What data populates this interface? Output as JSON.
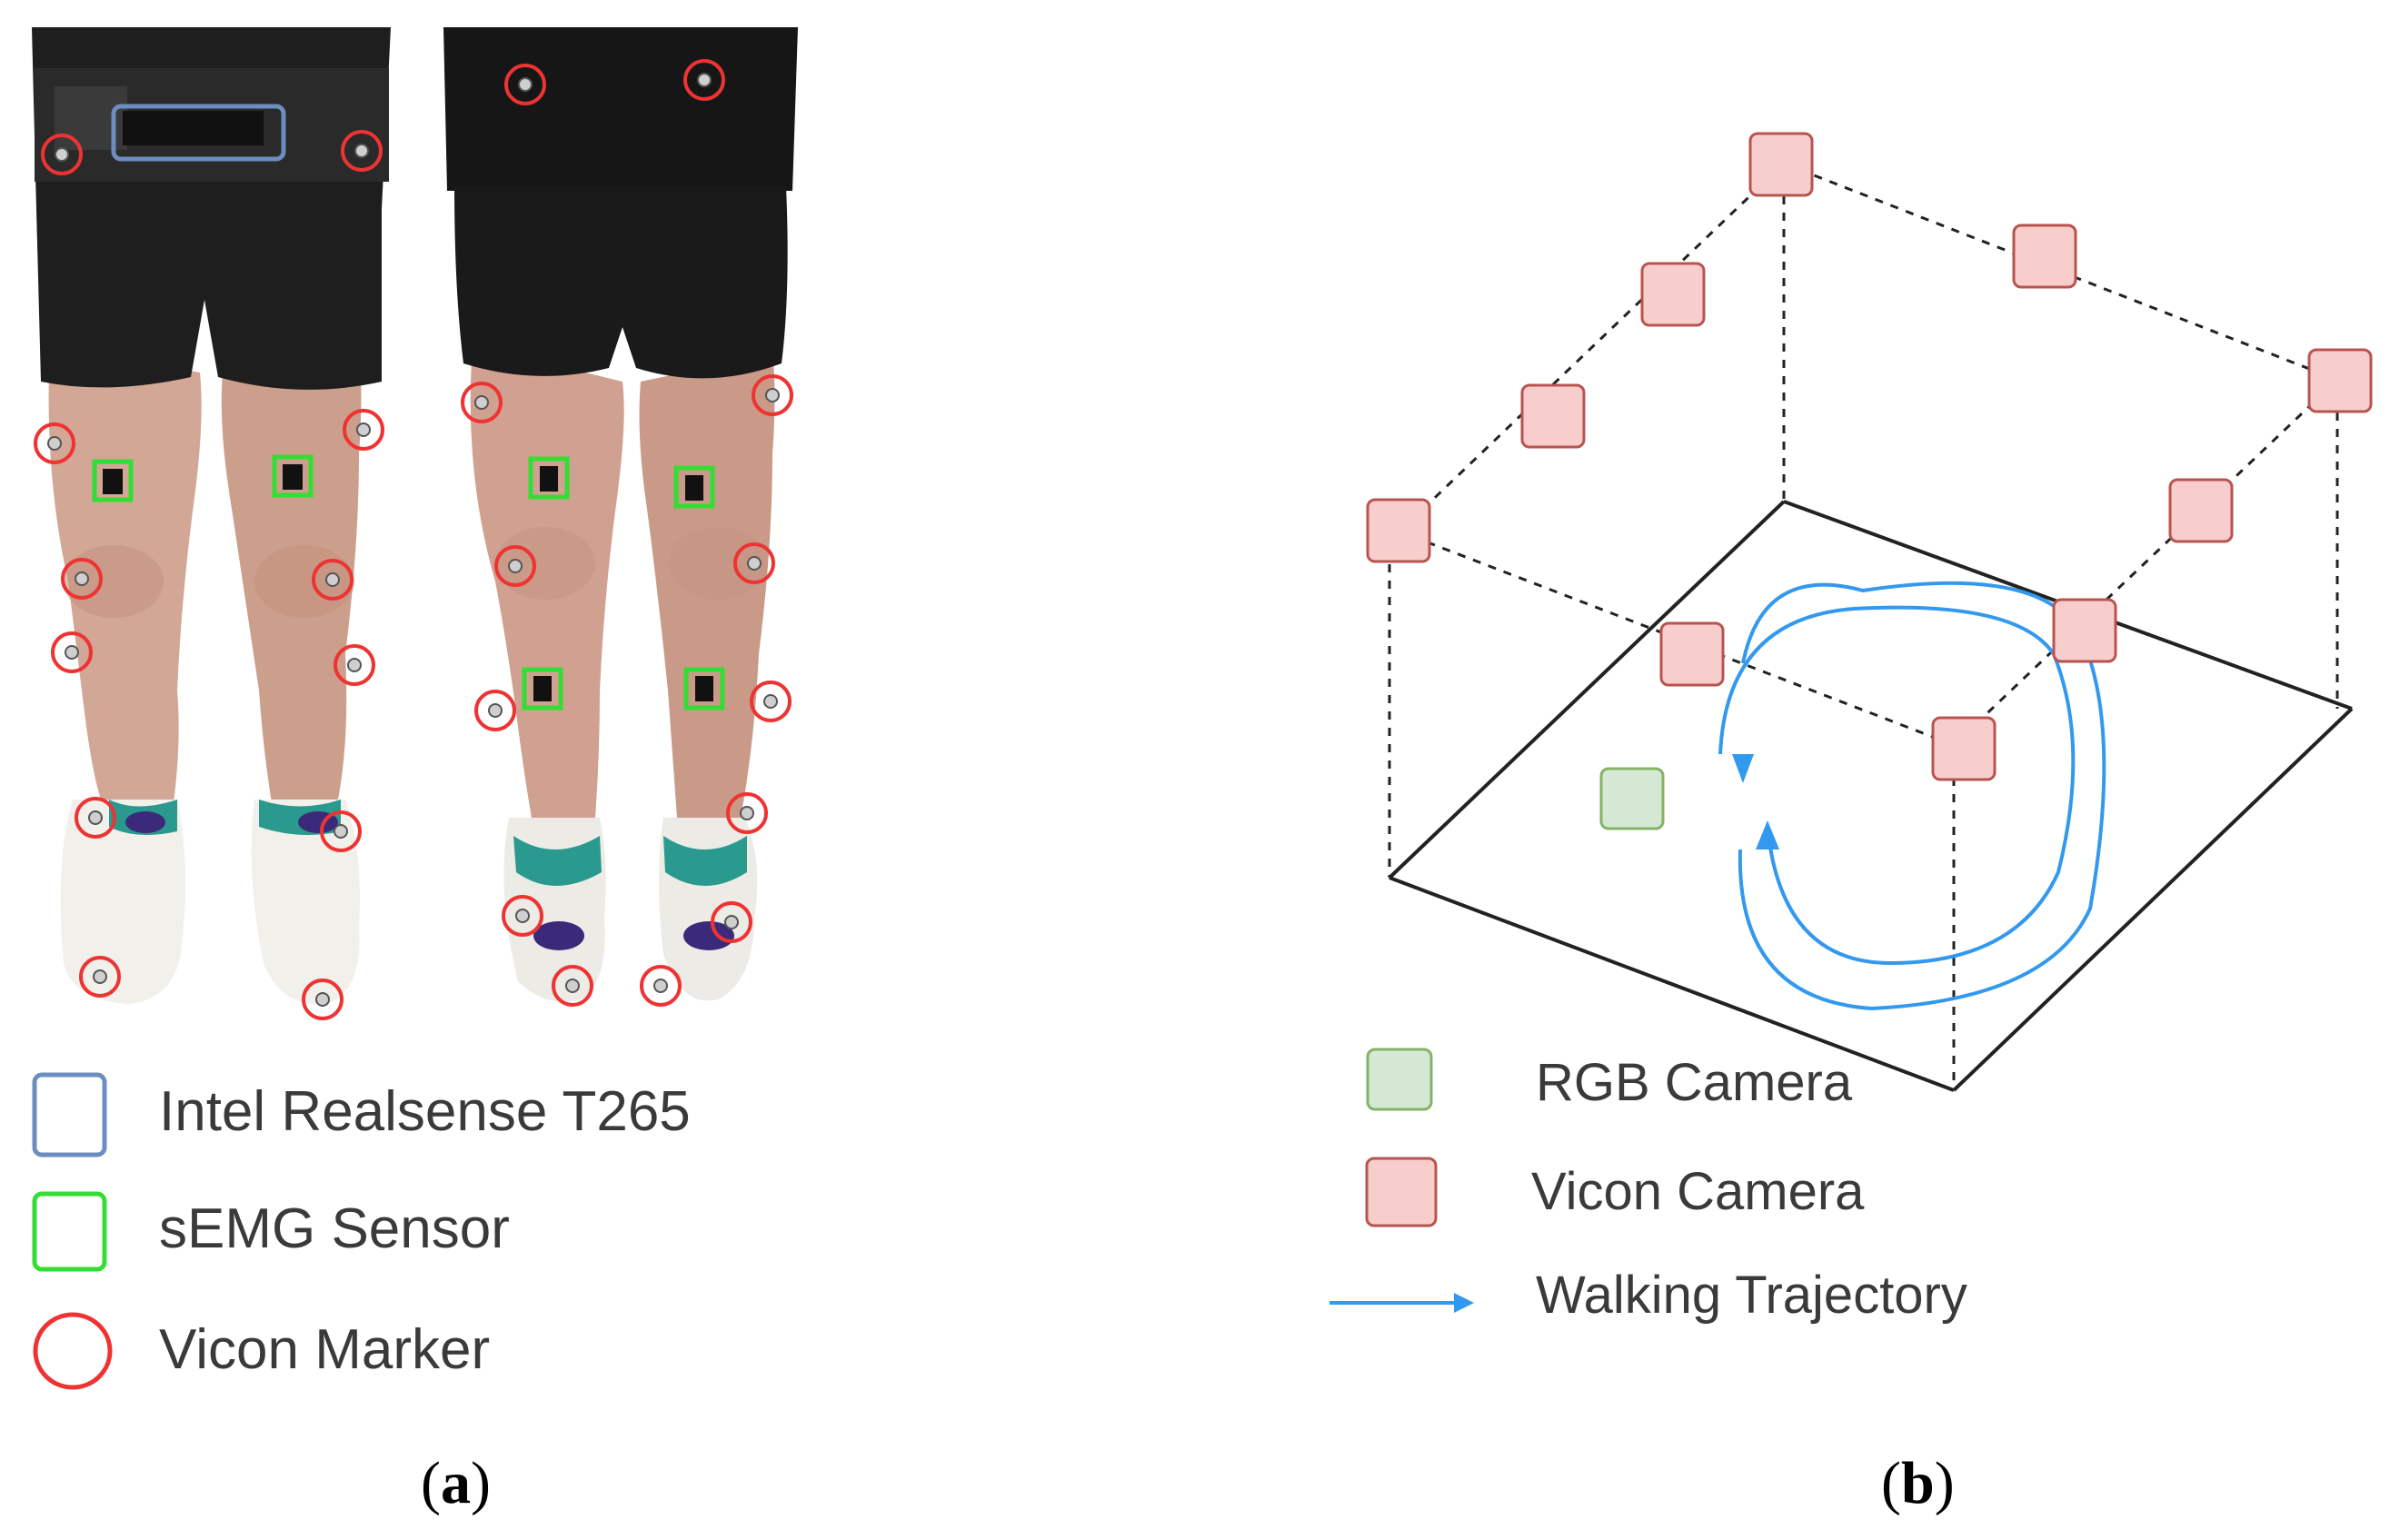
{
  "panel_a": {
    "legend": [
      {
        "label": "Intel Realsense T265",
        "shape": "square",
        "color": "#6c8ebf"
      },
      {
        "label": "sEMG Sensor",
        "shape": "square",
        "color": "#33dd33"
      },
      {
        "label": "Vicon Marker",
        "shape": "circle",
        "color": "#ee3333"
      }
    ],
    "caption_open": "(",
    "caption_letter": "a",
    "caption_close": ")"
  },
  "panel_b": {
    "legend": [
      {
        "label": "RGB Camera",
        "shape": "square",
        "fill": "#d5e8d4",
        "stroke": "#82b366"
      },
      {
        "label": "Vicon Camera",
        "shape": "square",
        "fill": "#f8cecc",
        "stroke": "#b85450"
      },
      {
        "label": "Walking Trajectory",
        "shape": "arrow",
        "color": "#3399ee"
      }
    ],
    "caption_open": "(",
    "caption_letter": "b",
    "caption_close": ")"
  },
  "colors": {
    "vicon_marker": "#ee3333",
    "semg_sensor": "#33dd33",
    "realsense": "#6c8ebf",
    "vicon_camera_fill": "#f8cecc",
    "vicon_camera_stroke": "#b85450",
    "rgb_camera_fill": "#d5e8d4",
    "rgb_camera_stroke": "#82b366",
    "trajectory": "#3399ee"
  }
}
